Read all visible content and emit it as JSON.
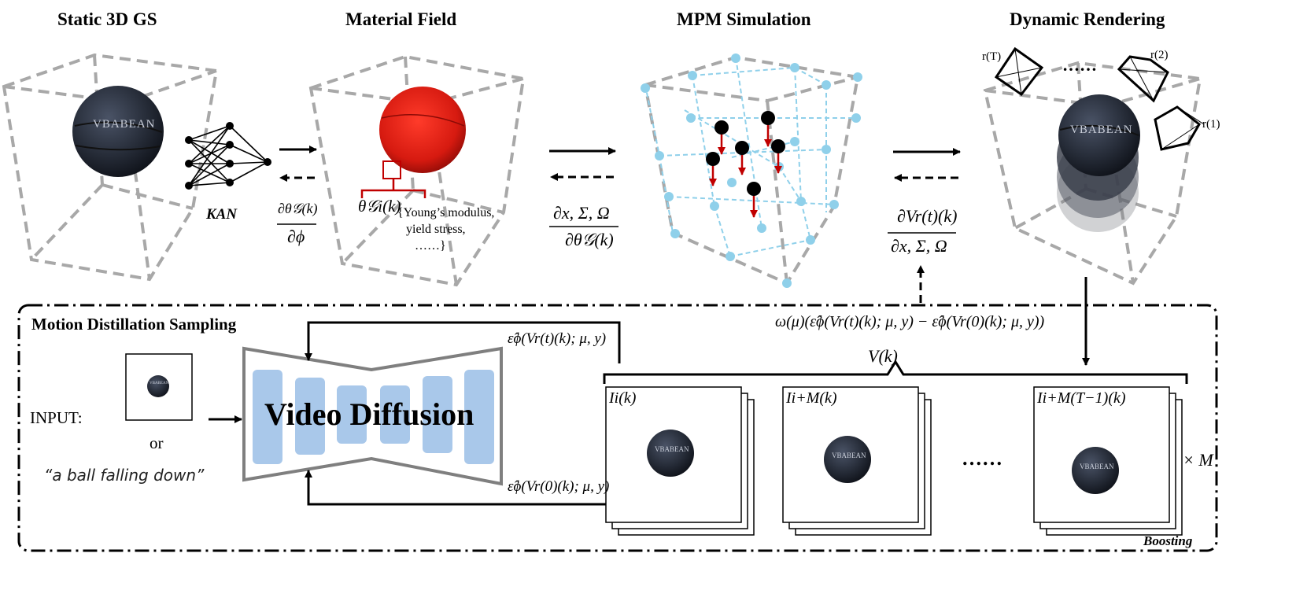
{
  "stages": {
    "static_gs": "Static 3D GS",
    "material_field": "Material Field",
    "mpm": "MPM Simulation",
    "dynamic_rendering": "Dynamic Rendering"
  },
  "kan_label": "KAN",
  "ball_text": "VBABEAN",
  "grad": {
    "theta_phi_num": "∂θ𝒢(k)",
    "theta_phi_den": "∂ϕ",
    "x_num": "∂x, Σ, Ω",
    "x_den": "∂θ𝒢(k)",
    "v_num": "∂Vr(t)(k)",
    "v_den": "∂x, Σ, Ω"
  },
  "theta_label": "θ𝒢i(k)",
  "material_props": {
    "line1": "{Young’s modulus,",
    "line2": "yield stress,",
    "line3": "……}"
  },
  "cameras": {
    "rT": "r(T)",
    "dots": "……",
    "r2": "r(2)",
    "r1": "r(1)"
  },
  "mds": {
    "title": "Motion Distillation Sampling",
    "input_label": "INPUT:",
    "or": "or",
    "prompt_text": "“a ball falling down”",
    "video_diffusion": "Video Diffusion",
    "eps_top": "ε̂ϕ(Vr(t)(k); μ, y)",
    "eps_bottom": "ε̂ϕ(Vr(0)(k); μ, y)",
    "weight_expr": "ω(μ)(ε̂ϕ(Vr(t)(k); μ, y) − ε̂ϕ(Vr(0)(k); μ, y))",
    "v_label": "V(k)",
    "frame1": "Ii(k)",
    "frame2": "Ii+M(k)",
    "frame3": "Ii+M(T−1)(k)",
    "frames_dots": "……",
    "times_m": "× M",
    "boosting": "Boosting"
  },
  "colors": {
    "cube_edge": "#a8a8a8",
    "grid_blue": "#8fd0ea",
    "grid_node": "#8fd0ea",
    "red": "#c00000",
    "diffusion_block": "#a9c8ea",
    "ball_dark": "#2b3240"
  }
}
